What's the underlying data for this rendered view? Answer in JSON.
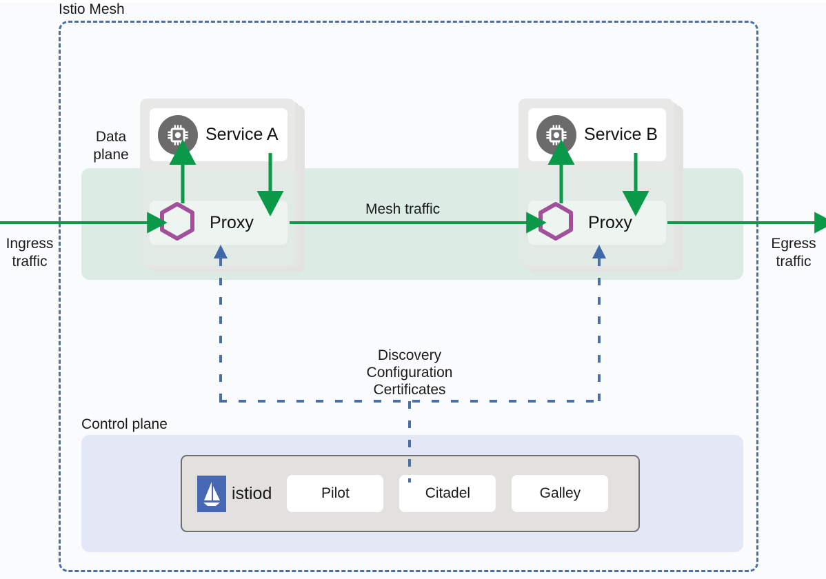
{
  "diagram": {
    "title": "Istio Mesh",
    "mesh_border_color": "#4a6fa5",
    "background": "#fafbfd"
  },
  "planes": {
    "data_plane_label": "Data plane",
    "data_plane_color": "#dcebe4",
    "control_plane_label": "Control plane",
    "control_plane_color": "#e3e7f6"
  },
  "traffic": {
    "ingress_label": "Ingress traffic",
    "egress_label": "Egress traffic",
    "mesh_label": "Mesh traffic",
    "arrow_color": "#0a9949"
  },
  "config_flow": {
    "label": "Discovery Configuration Certificates",
    "line_color": "#4a6fa5"
  },
  "pods": [
    {
      "service_name": "Service A",
      "service_icon": "cpu-chip-icon",
      "proxy_name": "Proxy",
      "proxy_icon": "hexagon-icon"
    },
    {
      "service_name": "Service B",
      "service_icon": "cpu-chip-icon",
      "proxy_name": "Proxy",
      "proxy_icon": "hexagon-icon"
    }
  ],
  "istiod": {
    "logo_icon": "istio-sailboat-icon",
    "logo_color": "#4668b3",
    "name": "istiod",
    "components": [
      {
        "label": "Pilot"
      },
      {
        "label": "Citadel"
      },
      {
        "label": "Galley"
      }
    ]
  }
}
